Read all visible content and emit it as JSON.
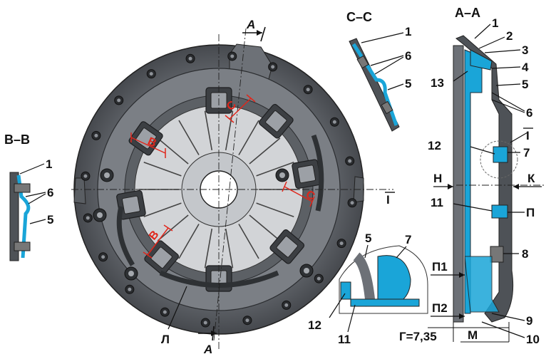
{
  "colors": {
    "housing": "#5f6368",
    "housing_dark": "#3b3e42",
    "housing_light": "#8c9096",
    "spring": "#d3d5d8",
    "part_blue": "#1aa5d8",
    "dim_red": "#e0261b",
    "background": "#ffffff"
  },
  "main_view": {
    "section_marks": {
      "top": "A",
      "bottom": "A"
    },
    "red_marks": [
      "B",
      "C",
      "B",
      "C"
    ],
    "label_l": "Л",
    "label_i": "I"
  },
  "section_cc": {
    "title": "C–C",
    "labels": [
      "1",
      "6",
      "5"
    ]
  },
  "section_bb": {
    "title": "B–B",
    "labels": [
      "1",
      "6",
      "5"
    ]
  },
  "detail_view": {
    "labels": [
      "5",
      "7",
      "12",
      "11"
    ]
  },
  "section_aa": {
    "title": "A–A",
    "labels": [
      "1",
      "2",
      "3",
      "4",
      "13",
      "5",
      "6",
      "I",
      "12",
      "7",
      "Н",
      "К",
      "11",
      "П",
      "8",
      "П1",
      "П2",
      "9",
      "Г=7,35",
      "М",
      "10"
    ]
  }
}
